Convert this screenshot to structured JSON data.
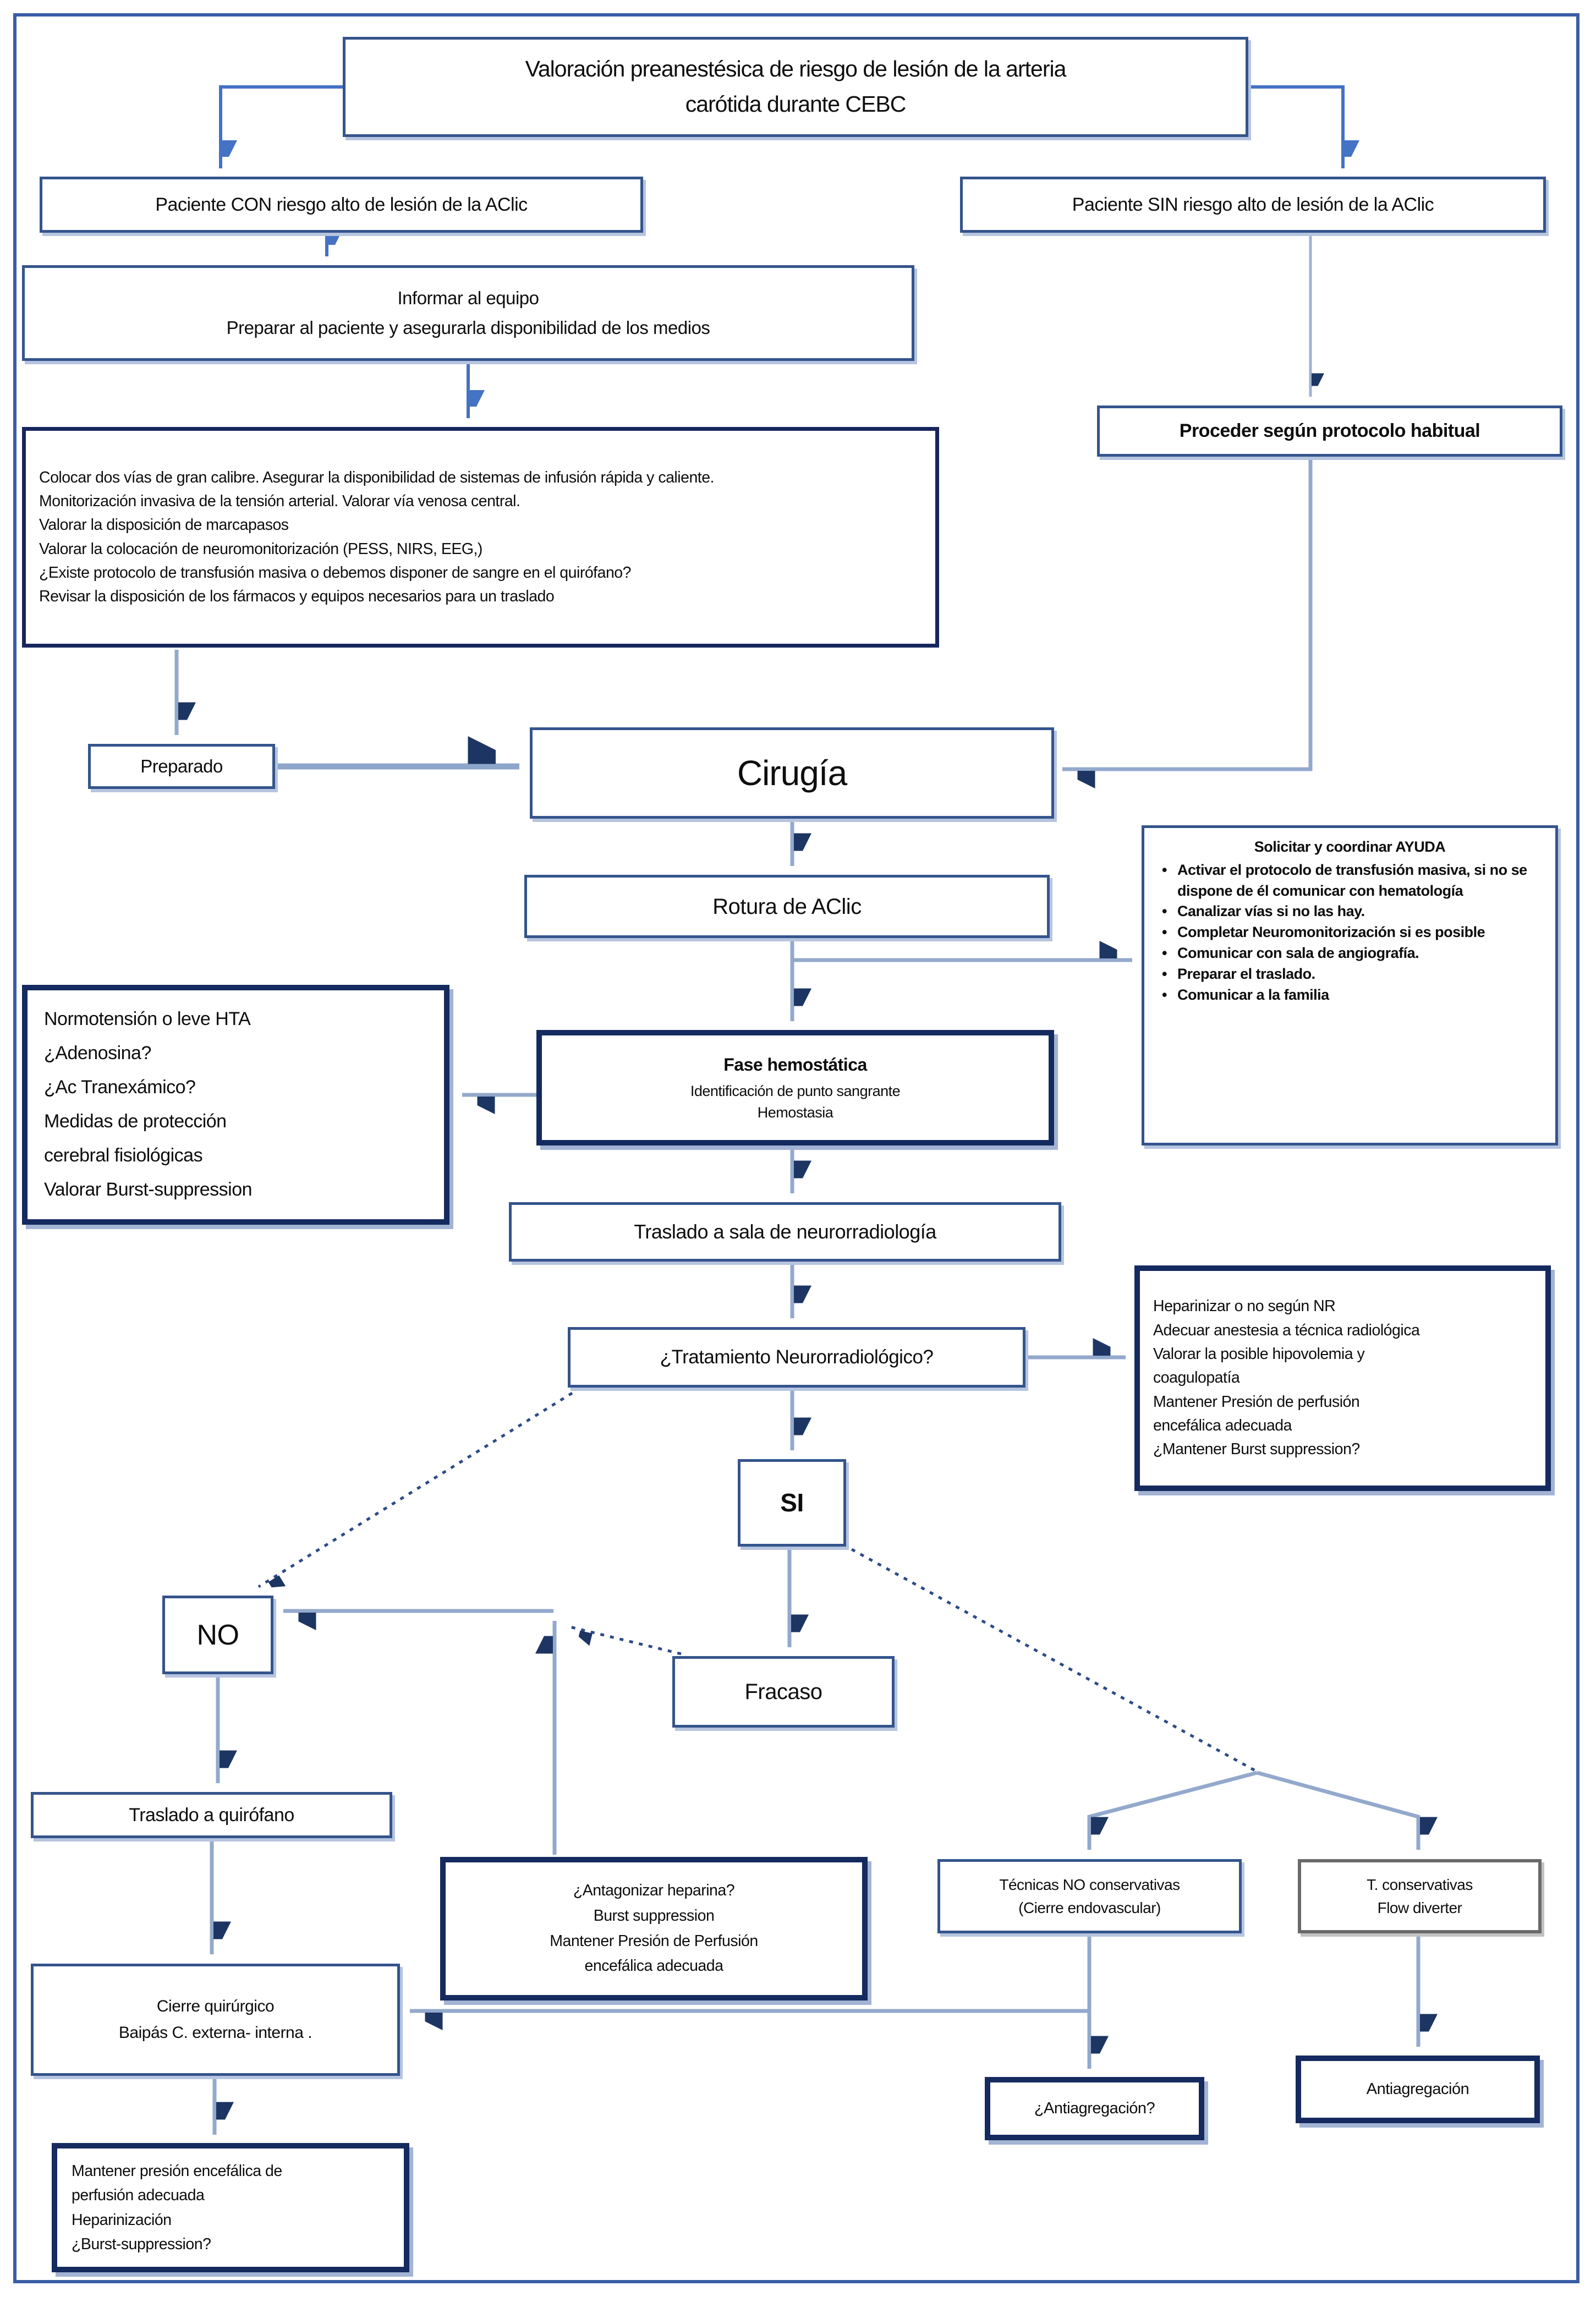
{
  "colors": {
    "frame_border": "#3a5da8",
    "box_border": "#34548c",
    "emphasis_border": "#152a5e",
    "gray_border": "#6a6a6a",
    "connector_light": "#93a9cc",
    "connector_blue": "#4472c4",
    "arrowhead": "#1d3563",
    "text": "#0d0d0d"
  },
  "title": {
    "line1": "Valoración preanestésica de riesgo de lesión de la arteria",
    "line2": "carótida durante CEBC"
  },
  "nodes": {
    "con": "Paciente CON riesgo alto de lesión de la AClic",
    "sin": "Paciente SIN riesgo alto de lesión de la AClic",
    "informar": {
      "line1": "Informar al equipo",
      "line2": "Preparar al paciente y asegurarla disponibilidad de  los medios"
    },
    "preparacion": {
      "lines": [
        "Colocar dos vías de gran calibre. Asegurar la disponibilidad de sistemas de infusión rápida y caliente.",
        "Monitorización invasiva de la tensión arterial. Valorar vía venosa central.",
        "Valorar la disposición de marcapasos",
        "Valorar la colocación de neuromonitorización (PESS, NIRS, EEG,)",
        "¿Existe protocolo de transfusión masiva o debemos disponer de sangre en el quirófano?",
        "Revisar la disposición de los fármacos y equipos necesarios para un traslado"
      ]
    },
    "proceder": "Proceder según protocolo habitual",
    "preparado": "Preparado",
    "cirugia": "Cirugía",
    "rotura": "Rotura de AClic",
    "ayuda": {
      "title": "Solicitar y coordinar AYUDA",
      "items": [
        "Activar el protocolo de transfusión masiva, si no se dispone de él comunicar con hematología",
        "Canalizar vías si no las hay.",
        "Completar Neuromonitorización si es posible",
        "Comunicar con sala de angiografía.",
        "Preparar el traslado.",
        "Comunicar a la familia"
      ]
    },
    "normotension": {
      "lines": [
        "Normotensión o leve HTA",
        "¿Adenosina?",
        "¿Ac Tranexámico?",
        "Medidas de protección",
        "cerebral fisiológicas",
        "Valorar Burst-suppression"
      ]
    },
    "fase": {
      "title": "Fase hemostática",
      "line1": "Identificación de punto sangrante",
      "line2": "Hemostasia"
    },
    "traslado_sala": "Traslado a sala de neurorradiología",
    "tratamiento": "¿Tratamiento Neurorradiológico?",
    "heparinizar": {
      "lines": [
        "Heparinizar o no según NR",
        "Adecuar anestesia a técnica radiológica",
        "Valorar la posible hipovolemia y",
        "coagulopatía",
        "Mantener Presión de perfusión",
        "encefálica adecuada",
        "¿Mantener  Burst suppression?"
      ]
    },
    "si": "SI",
    "no": "NO",
    "fracaso": "Fracaso",
    "traslado_quirofano": "Traslado a quirófano",
    "antagonizar": {
      "line1": "¿Antagonizar heparina?",
      "line2": "Burst suppression",
      "line3": "Mantener Presión de Perfusión",
      "line4": "encefálica adecuada"
    },
    "tecnicas_no": {
      "line1": "Técnicas NO conservativas",
      "line2": "(Cierre endovascular)"
    },
    "tecnicas_cons": {
      "line1": "T. conservativas",
      "line2": "Flow diverter"
    },
    "cierre": {
      "line1": "Cierre quirúrgico",
      "line2": "Baipás  C. externa- interna ."
    },
    "antiagregacion_q": "¿Antiagregación?",
    "antiagregacion": "Antiagregación",
    "mantener": {
      "lines": [
        "Mantener presión encefálica de",
        "perfusión adecuada",
        "Heparinización",
        "¿Burst-suppression?"
      ]
    }
  }
}
